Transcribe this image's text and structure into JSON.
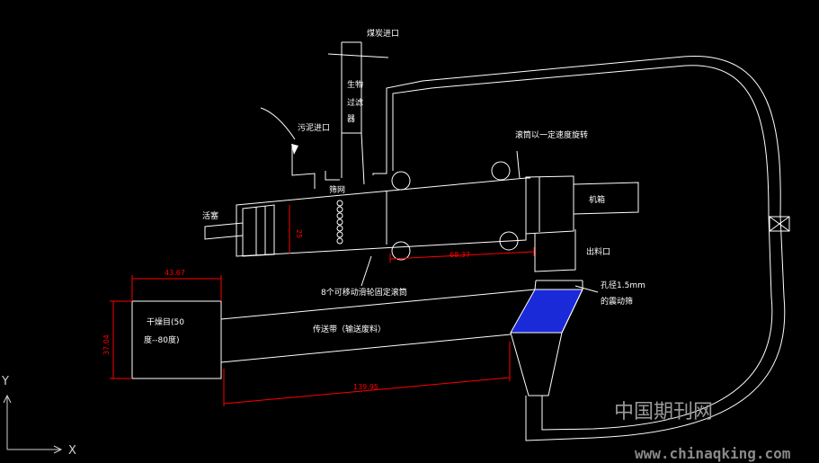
{
  "labels": {
    "coal_inlet": "煤炭进口",
    "bio_filter_1": "生物",
    "bio_filter_2": "过滤",
    "bio_filter_3": "器",
    "sludge_inlet": "污泥进口",
    "screen": "筛网",
    "drum_rotation": "滚筒以一定速度旋转",
    "motor": "机箱",
    "piston": "活塞",
    "outlet": "出料口",
    "rollers": "8个可移动滑轮固定滚筒",
    "vib_screen_1": "孔径1.5mm",
    "vib_screen_2": "的震动筛",
    "dryer_1": "干燥目(50",
    "dryer_2": "度--80度)",
    "conveyor": "传送带（输送废料）"
  },
  "dimensions": {
    "d25": "25",
    "d6837": "68.37",
    "d4367": "43.67",
    "d3704": "37.04",
    "d13995": "139.95"
  },
  "axes": {
    "x": "X",
    "y": "Y"
  },
  "watermark": {
    "cn": "中国期刊网",
    "url": "www.chinaqking.com"
  },
  "colors": {
    "background": "#000000",
    "lines": "#ffffff",
    "dimensions": "#ff0000",
    "screen_fill": "#1a2ad8"
  }
}
